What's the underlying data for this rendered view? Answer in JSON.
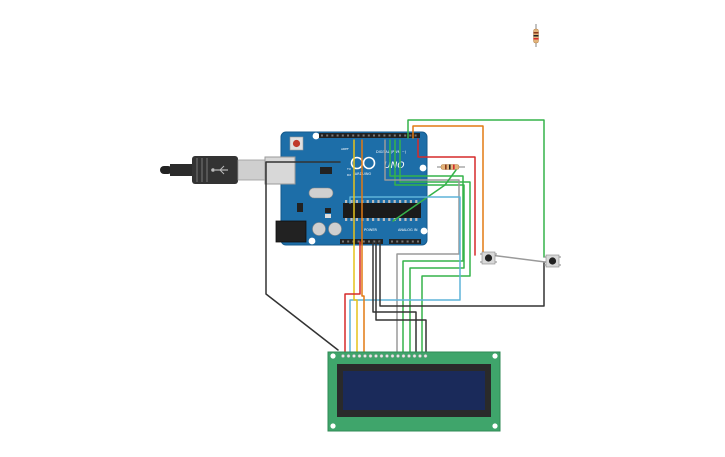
{
  "board": {
    "brand": "UNO",
    "logo_text": "ARDUINO",
    "digital_label": "DIGITAL (PWM ~)",
    "power_label": "POWER",
    "analog_label": "ANALOG IN",
    "aref_label": "AREF",
    "tx_label": "TX",
    "rx_label": "RX"
  },
  "colors": {
    "board_blue": "#1d6ea8",
    "lcd_green": "#3fa56b",
    "lcd_screen": "#1a2a5a",
    "wire_red": "#d62a2a",
    "wire_orange": "#e27a12",
    "wire_green": "#35b34a",
    "wire_yellow": "#e6c21a",
    "wire_blue": "#5fb3d9",
    "wire_black": "#333333",
    "wire_gray": "#9a9a9a"
  }
}
